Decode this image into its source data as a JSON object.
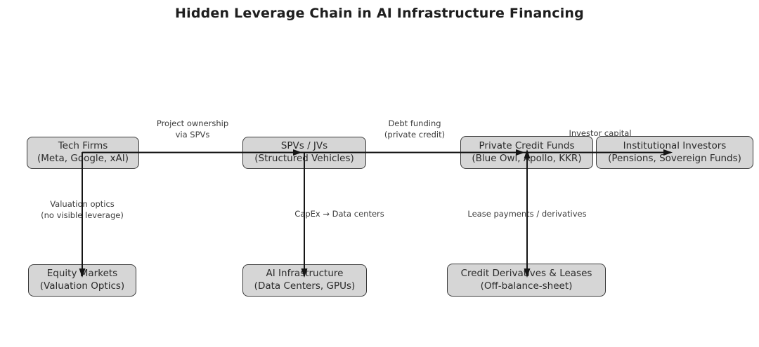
{
  "title": "Hidden Leverage Chain in AI Infrastructure Financing",
  "diagram": {
    "nodes": [
      {
        "id": "tech-firms",
        "line1": "Tech Firms",
        "line2": "(Meta, Google, xAI)"
      },
      {
        "id": "spvs-jvs",
        "line1": "SPVs / JVs",
        "line2": "(Structured Vehicles)"
      },
      {
        "id": "private-credit-funds",
        "line1": "Private Credit Funds",
        "line2": "(Blue Owl, Apollo, KKR)"
      },
      {
        "id": "institutional-investors",
        "line1": "Institutional Investors",
        "line2": "(Pensions, Sovereign Funds)"
      },
      {
        "id": "equity-markets",
        "line1": "Equity Markets",
        "line2": "(Valuation Optics)"
      },
      {
        "id": "ai-infrastructure",
        "line1": "AI Infrastructure",
        "line2": "(Data Centers, GPUs)"
      },
      {
        "id": "credit-derivatives",
        "line1": "Credit Derivatives & Leases",
        "line2": "(Off-balance-sheet)"
      }
    ],
    "edges": [
      {
        "from": "tech-firms",
        "to": "spvs-jvs",
        "direction": "forward",
        "label_lines": [
          "Project ownership",
          "via SPVs"
        ]
      },
      {
        "from": "spvs-jvs",
        "to": "private-credit-funds",
        "direction": "forward",
        "label_lines": [
          "Debt funding",
          "(private credit)"
        ]
      },
      {
        "from": "private-credit-funds",
        "to": "institutional-investors",
        "direction": "forward",
        "label_lines": [
          "Investor capital"
        ]
      },
      {
        "from": "tech-firms",
        "to": "equity-markets",
        "direction": "forward",
        "label_lines": [
          "Valuation optics",
          "(no visible leverage)"
        ]
      },
      {
        "from": "spvs-jvs",
        "to": "ai-infrastructure",
        "direction": "forward",
        "label_lines": [
          "CapEx → Data centers"
        ]
      },
      {
        "from": "private-credit-funds",
        "to": "credit-derivatives",
        "direction": "both",
        "label_lines": [
          "Lease payments / derivatives"
        ]
      }
    ],
    "colors": {
      "background": "#ffffff",
      "node_fill": "#d6d6d6",
      "node_border": "#3a3a3a",
      "edge_color": "#151515",
      "label_text": "#3c3c3c",
      "title_text": "#1e1e1e"
    }
  }
}
